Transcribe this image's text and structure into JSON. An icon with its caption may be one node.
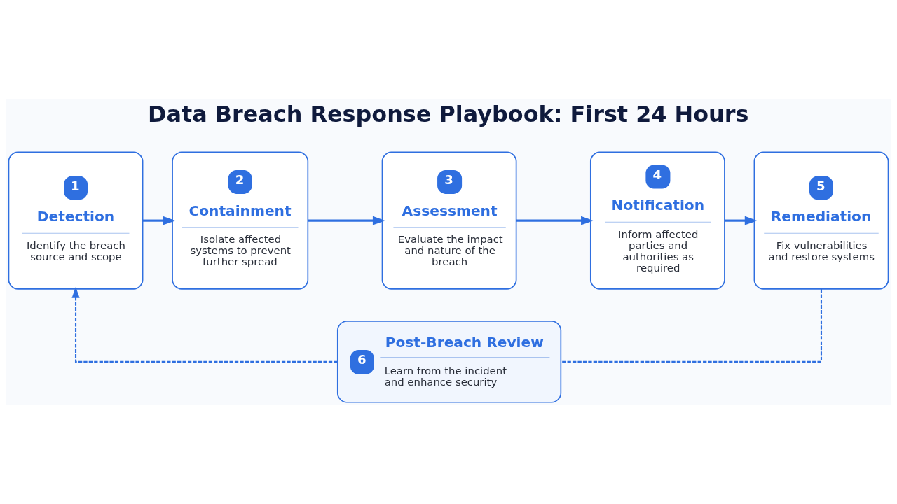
{
  "diagram": {
    "title": "Data Breach Response Playbook: First 24 Hours",
    "nodes": [
      {
        "text": [
          "1",
          "Detection",
          "Identify the breach source and scope"
        ]
      },
      {
        "text": [
          "2",
          "Containment",
          "Isolate affected systems to prevent further spread"
        ]
      },
      {
        "text": [
          "3",
          "Assessment",
          "Evaluate the impact and nature of the breach"
        ]
      },
      {
        "text": [
          "4",
          "Notification",
          "Inform affected parties and authorities as required"
        ]
      },
      {
        "text": [
          "5",
          "Remediation",
          "Fix vulnerabilities and restore systems"
        ]
      },
      {
        "text": [
          "6",
          "Post-Breach Review",
          "Learn from the incident and enhance security"
        ]
      }
    ],
    "edges": [
      {
        "from": 0,
        "to": 1,
        "arrow": "to"
      },
      {
        "from": 1,
        "to": 2,
        "arrow": "to"
      },
      {
        "from": 2,
        "to": 3,
        "arrow": "to"
      },
      {
        "from": 3,
        "to": 4,
        "arrow": "to"
      },
      {
        "from": 4,
        "to": 5,
        "arrow": "none",
        "style": "dashed"
      },
      {
        "from": 5,
        "to": 0,
        "arrow": "to",
        "style": "dashed"
      }
    ]
  }
}
